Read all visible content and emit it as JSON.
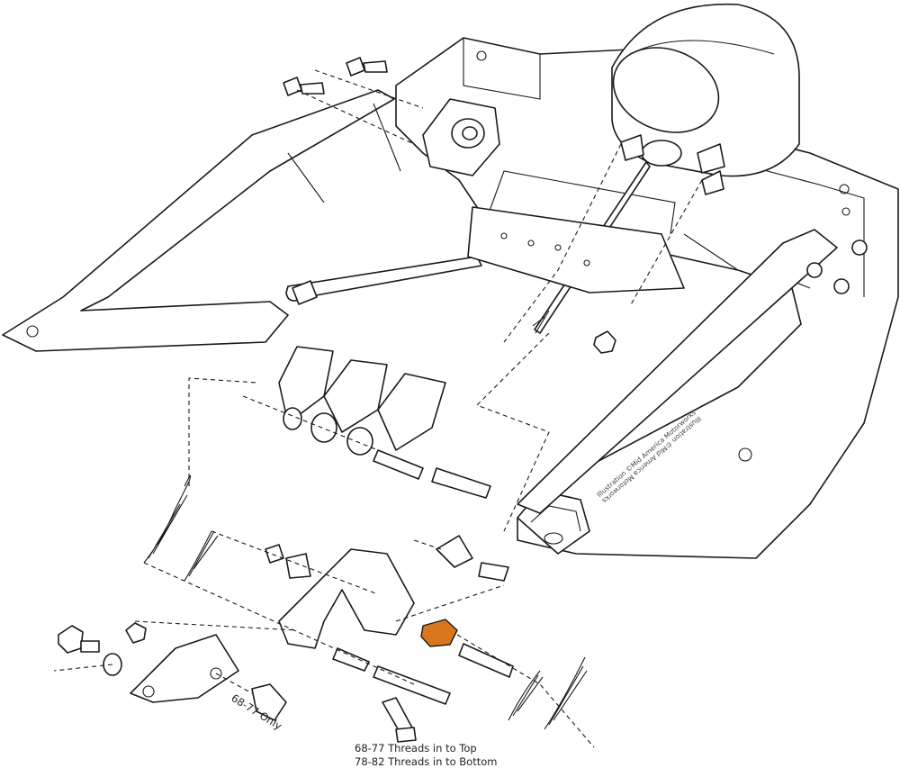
{
  "diagram": {
    "title": "Brake pedal / power brake booster exploded view",
    "labels": {
      "switch_note": "68-77 Only",
      "bolt_note_line1": "68-77 Threads in to Top",
      "bolt_note_line2": "78-82 Threads in to Bottom"
    },
    "watermark": "Illustration ©Mid America Motorworks",
    "colors": {
      "highlight": "#d9771f",
      "line": "#1a1a1a",
      "background": "#ffffff"
    }
  }
}
